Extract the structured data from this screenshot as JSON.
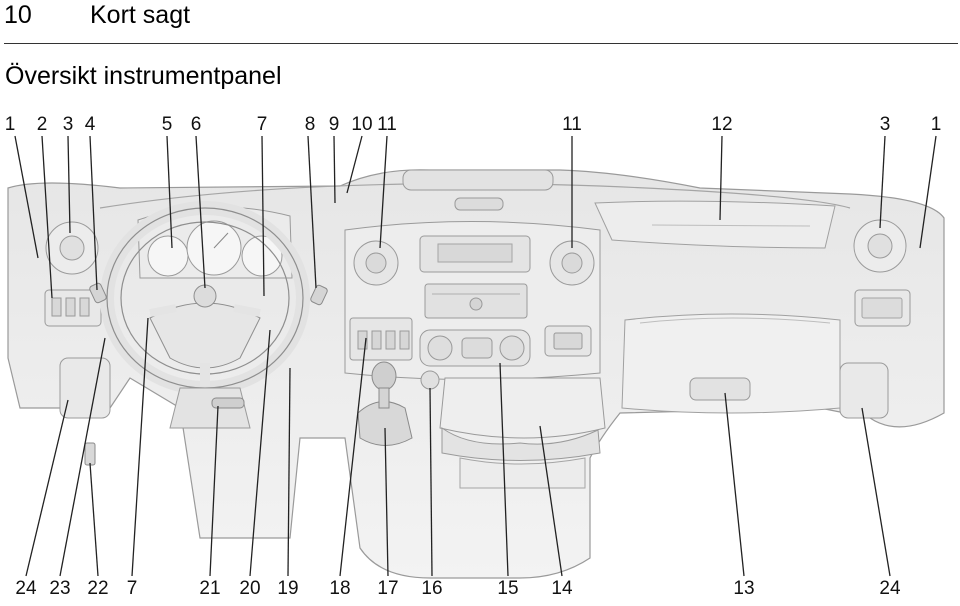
{
  "header": {
    "page_number": "10",
    "section_title": "Kort sagt"
  },
  "page": {
    "heading": "Översikt instrumentpanel"
  },
  "illustration": {
    "top_callouts": [
      "1",
      "2",
      "3",
      "4",
      "5",
      "6",
      "7",
      "8",
      "9",
      "10",
      "11",
      "11",
      "12",
      "3",
      "1"
    ],
    "bottom_callouts": [
      "24",
      "23",
      "22",
      "7",
      "21",
      "20",
      "19",
      "18",
      "17",
      "16",
      "15",
      "14",
      "13",
      "24"
    ]
  },
  "colors": {
    "line": "#8a8a8a",
    "surface": "#efefef",
    "shadow": "#dcdcdc",
    "leader": "#222222"
  }
}
